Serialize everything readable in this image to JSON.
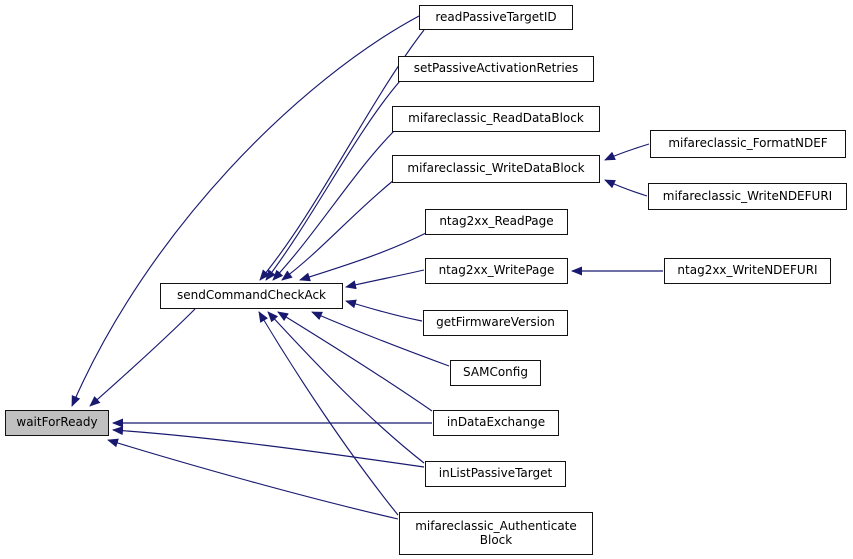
{
  "diagram": {
    "type": "call-graph",
    "colors": {
      "edge": "#191970",
      "node_fill": "#ffffff",
      "root_node_fill": "#c0c0c0",
      "node_border": "#121212",
      "background": "#ffffff"
    },
    "nodes": [
      {
        "id": "waitForReady",
        "label": "waitForReady",
        "role": "root"
      },
      {
        "id": "sendCommandCheckAck",
        "label": "sendCommandCheckAck"
      },
      {
        "id": "readPassiveTargetID",
        "label": "readPassiveTargetID"
      },
      {
        "id": "setPassiveActivationRetries",
        "label": "setPassiveActivationRetries"
      },
      {
        "id": "mifareclassic_ReadDataBlock",
        "label": "mifareclassic_ReadDataBlock"
      },
      {
        "id": "mifareclassic_WriteDataBlock",
        "label": "mifareclassic_WriteDataBlock"
      },
      {
        "id": "ntag2xx_ReadPage",
        "label": "ntag2xx_ReadPage"
      },
      {
        "id": "ntag2xx_WritePage",
        "label": "ntag2xx_WritePage"
      },
      {
        "id": "getFirmwareVersion",
        "label": "getFirmwareVersion"
      },
      {
        "id": "SAMConfig",
        "label": "SAMConfig"
      },
      {
        "id": "inDataExchange",
        "label": "inDataExchange"
      },
      {
        "id": "inListPassiveTarget",
        "label": "inListPassiveTarget"
      },
      {
        "id": "mifareclassic_AuthenticateBlock",
        "label": "mifareclassic_AuthenticateBlock",
        "label_lines": [
          "mifareclassic_Authenticate",
          "Block"
        ]
      },
      {
        "id": "mifareclassic_FormatNDEF",
        "label": "mifareclassic_FormatNDEF"
      },
      {
        "id": "mifareclassic_WriteNDEFURI",
        "label": "mifareclassic_WriteNDEFURI"
      },
      {
        "id": "ntag2xx_WriteNDEFURI",
        "label": "ntag2xx_WriteNDEFURI"
      }
    ],
    "edges": [
      {
        "from": "sendCommandCheckAck",
        "to": "waitForReady"
      },
      {
        "from": "readPassiveTargetID",
        "to": "waitForReady"
      },
      {
        "from": "inDataExchange",
        "to": "waitForReady"
      },
      {
        "from": "inListPassiveTarget",
        "to": "waitForReady"
      },
      {
        "from": "mifareclassic_AuthenticateBlock",
        "to": "waitForReady"
      },
      {
        "from": "readPassiveTargetID",
        "to": "sendCommandCheckAck"
      },
      {
        "from": "setPassiveActivationRetries",
        "to": "sendCommandCheckAck"
      },
      {
        "from": "mifareclassic_ReadDataBlock",
        "to": "sendCommandCheckAck"
      },
      {
        "from": "mifareclassic_WriteDataBlock",
        "to": "sendCommandCheckAck"
      },
      {
        "from": "ntag2xx_ReadPage",
        "to": "sendCommandCheckAck"
      },
      {
        "from": "ntag2xx_WritePage",
        "to": "sendCommandCheckAck"
      },
      {
        "from": "getFirmwareVersion",
        "to": "sendCommandCheckAck"
      },
      {
        "from": "SAMConfig",
        "to": "sendCommandCheckAck"
      },
      {
        "from": "inDataExchange",
        "to": "sendCommandCheckAck"
      },
      {
        "from": "inListPassiveTarget",
        "to": "sendCommandCheckAck"
      },
      {
        "from": "mifareclassic_AuthenticateBlock",
        "to": "sendCommandCheckAck"
      },
      {
        "from": "mifareclassic_FormatNDEF",
        "to": "mifareclassic_WriteDataBlock"
      },
      {
        "from": "mifareclassic_WriteNDEFURI",
        "to": "mifareclassic_WriteDataBlock"
      },
      {
        "from": "ntag2xx_WriteNDEFURI",
        "to": "ntag2xx_WritePage"
      }
    ]
  }
}
